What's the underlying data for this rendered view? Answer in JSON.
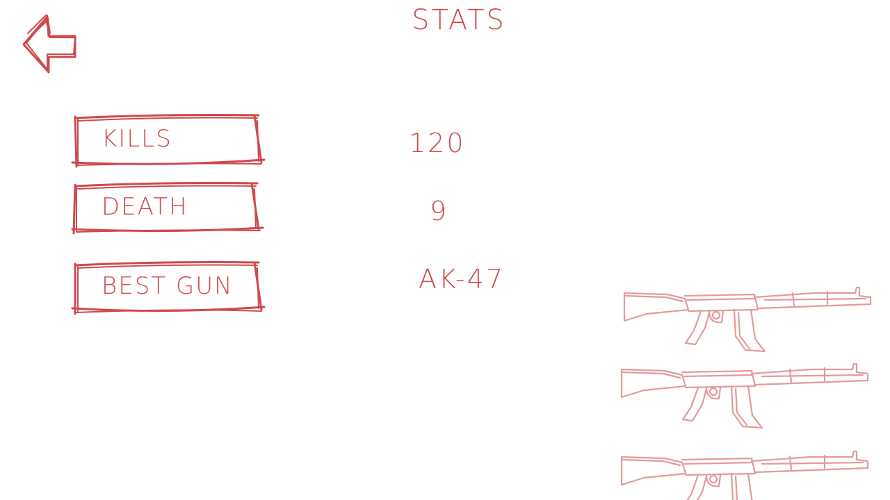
{
  "screen": {
    "title": "STATS",
    "ink_color": "#d0494b",
    "gun_color": "#e49a9a"
  },
  "nav": {
    "back_icon": "arrow-left-icon"
  },
  "stats": [
    {
      "label": "KILLS",
      "value": "120"
    },
    {
      "label": "DEATH",
      "value": "9"
    },
    {
      "label": "BEST GUN",
      "value": "AK-47"
    }
  ],
  "guns": {
    "icon": "rifle-icon",
    "count": 3
  }
}
